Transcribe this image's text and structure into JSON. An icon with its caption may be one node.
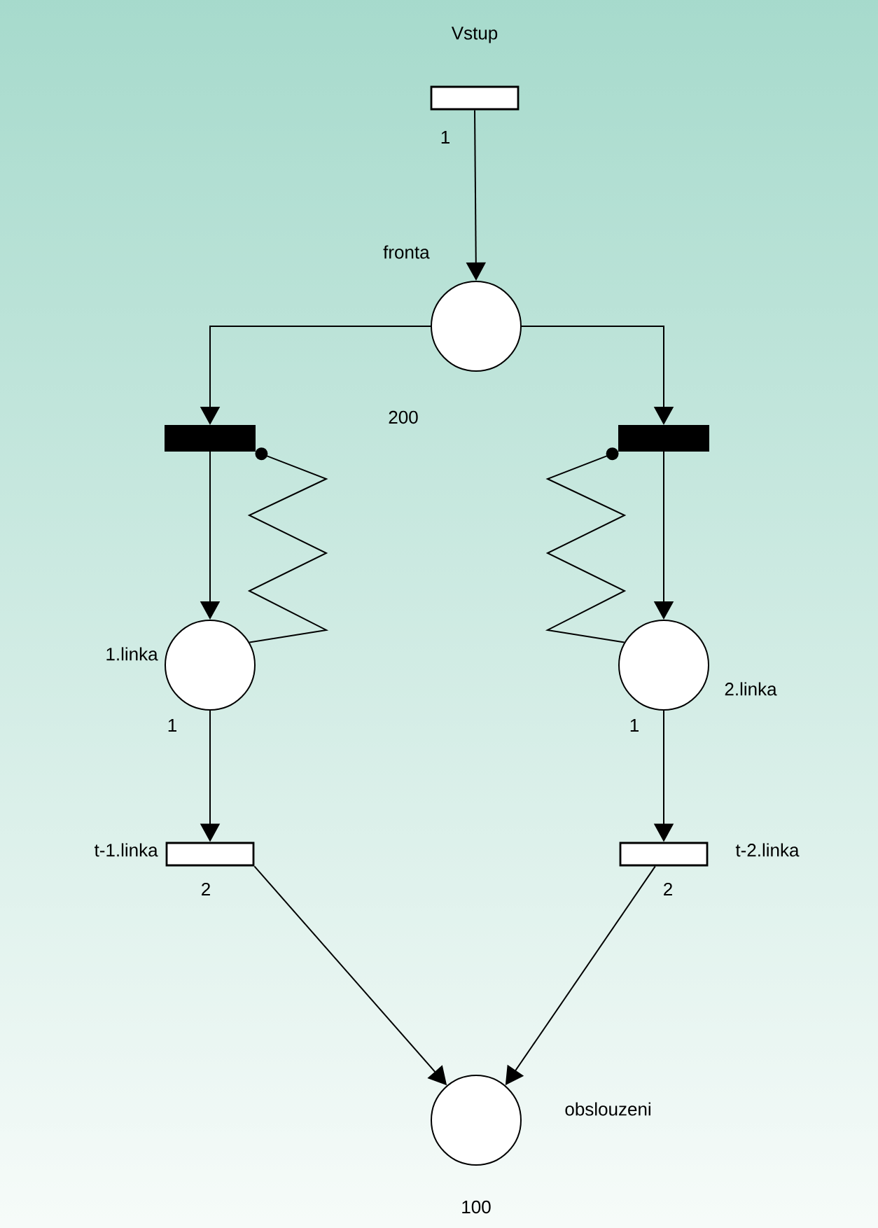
{
  "diagram": {
    "nodes": [
      {
        "text": [
          "Vstup"
        ],
        "beside": [
          "1"
        ]
      },
      {
        "text": [
          "fronta"
        ],
        "beside": [
          "200"
        ]
      },
      {
        "text": [],
        "shape": "bar"
      },
      {
        "text": [],
        "shape": "bar"
      },
      {
        "text": [
          "1.linka"
        ],
        "beside": [
          "1"
        ]
      },
      {
        "text": [
          "2.linka"
        ],
        "beside": [
          "1"
        ]
      },
      {
        "text": [
          "t-1.linka"
        ],
        "beside": [
          "2"
        ]
      },
      {
        "text": [
          "t-2.linka"
        ],
        "beside": [
          "2"
        ]
      },
      {
        "text": [
          "obslouzeni"
        ],
        "beside": [
          "100"
        ]
      }
    ],
    "edges": [
      {
        "from": 0,
        "to": 1,
        "arrow": "to"
      },
      {
        "from": 1,
        "to": 2,
        "arrow": "to"
      },
      {
        "from": 1,
        "to": 3,
        "arrow": "to"
      },
      {
        "from": 2,
        "to": 4,
        "arrow": "to"
      },
      {
        "from": 3,
        "to": 5,
        "arrow": "to"
      },
      {
        "from": 4,
        "to": 2,
        "arrow": "other"
      },
      {
        "from": 5,
        "to": 3,
        "arrow": "other"
      },
      {
        "from": 4,
        "to": 6,
        "arrow": "to"
      },
      {
        "from": 5,
        "to": 7,
        "arrow": "to"
      },
      {
        "from": 6,
        "to": 8,
        "arrow": "to"
      },
      {
        "from": 7,
        "to": 8,
        "arrow": "to"
      }
    ]
  }
}
